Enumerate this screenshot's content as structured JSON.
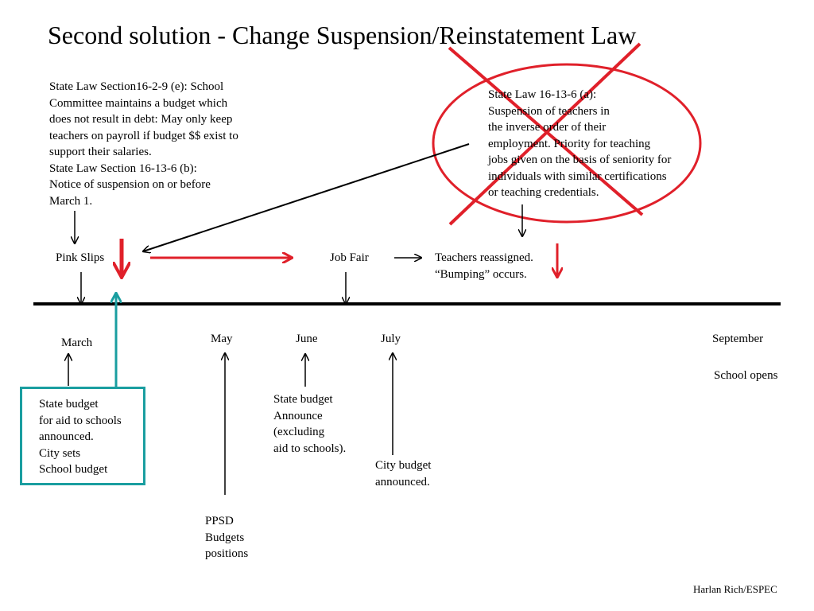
{
  "slide": {
    "title": "Second solution - Change Suspension/Reinstatement Law",
    "credit": "Harlan Rich/ESPEC"
  },
  "laws": {
    "budget_law": "State Law Section16-2-9 (e): School\nCommittee maintains a budget which\ndoes not result in debt: May only keep\nteachers on payroll if budget $$ exist to\nsupport their salaries.\nState Law Section 16-13-6 (b):\nNotice of suspension on or before\nMarch 1.",
    "seniority_law": "State Law 16-13-6 (a):\nSuspension of teachers in\nthe inverse order of their\nemployment. Priority for teaching\njobs given on the basis of seniority for\nindividuals with similar certifications\nor teaching credentials."
  },
  "events": {
    "pink_slips": "Pink Slips",
    "job_fair": "Job Fair",
    "reassigned": "Teachers reassigned.\n“Bumping” occurs."
  },
  "months": {
    "march": "March",
    "may": "May",
    "june": "June",
    "july": "July",
    "september": "September"
  },
  "notes": {
    "state_aid": "State budget\nfor aid to schools\nannounced.\nCity sets\nSchool budget",
    "state_budget": "State budget\nAnnounce\n(excluding\naid to schools).",
    "city_budget": "City budget\nannounced.",
    "ppsd": "PPSD\nBudgets\npositions",
    "school_opens": "School opens"
  },
  "colors": {
    "strike": "#e0202a",
    "highlight": "#1a9ea0",
    "ink": "#000000"
  }
}
